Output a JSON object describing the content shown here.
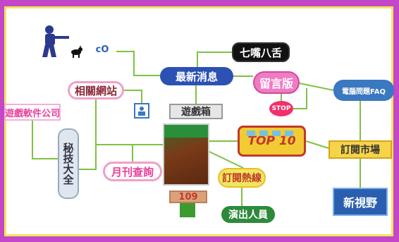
{
  "nodes": {
    "latest_news": "最新消息",
    "seven_mouths": "七嘴八舌",
    "guestbook": "留言版",
    "stop": "STOP",
    "faq": "電腦問題FAQ",
    "related_sites": "相關網站",
    "game_box": "遊戲箱",
    "game_software": "遊戲軟件公司",
    "secret_tips": "秘技大全",
    "monthly_query": "月刊查詢",
    "cover_label": "109",
    "top10": "TOP 10",
    "hotline": "訂閱熱線",
    "cast": "演出人員",
    "ticket": "訂閱市場",
    "new_view": "新視野",
    "co_label": "cO"
  },
  "colors": {
    "background": "#c447c9",
    "frame": "#f2e55e",
    "line": "#7fc242"
  },
  "icons": {
    "icon_box": "portrait-icon",
    "shooter": "soldier-icon",
    "cat": "cat-icon"
  }
}
